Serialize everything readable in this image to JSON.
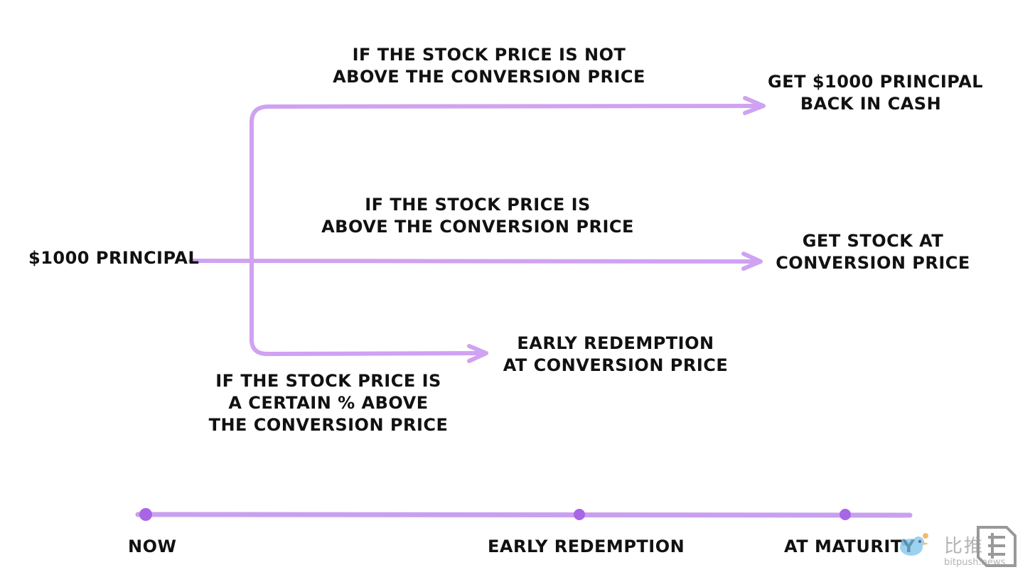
{
  "colors": {
    "arrow": "#cfa2f2",
    "timeline": "#c9a0ef",
    "timeline_dot": "#a865e6",
    "text": "#111111"
  },
  "source": {
    "label": "$1000 PRINCIPAL"
  },
  "branches": {
    "not_above": {
      "condition": [
        "IF THE STOCK PRICE IS NOT",
        "ABOVE THE CONVERSION PRICE"
      ],
      "outcome": [
        "GET $1000 PRINCIPAL",
        "BACK IN CASH"
      ]
    },
    "above": {
      "condition": [
        "IF THE STOCK PRICE IS",
        "ABOVE THE CONVERSION PRICE"
      ],
      "outcome": [
        "GET STOCK AT",
        "CONVERSION PRICE"
      ]
    },
    "certain_pct_above": {
      "condition": [
        "IF THE STOCK PRICE IS",
        "A CERTAIN % ABOVE",
        "THE CONVERSION PRICE"
      ],
      "outcome": [
        "EARLY REDEMPTION",
        "AT CONVERSION PRICE"
      ]
    }
  },
  "timeline": {
    "points": [
      "NOW",
      "EARLY REDEMPTION",
      "AT MATURITY"
    ]
  },
  "watermark": {
    "cn": "比推",
    "en": "bitpush.news",
    "bird_icon": "bird-icon",
    "logo_icon": "bitpush-logo-icon"
  }
}
